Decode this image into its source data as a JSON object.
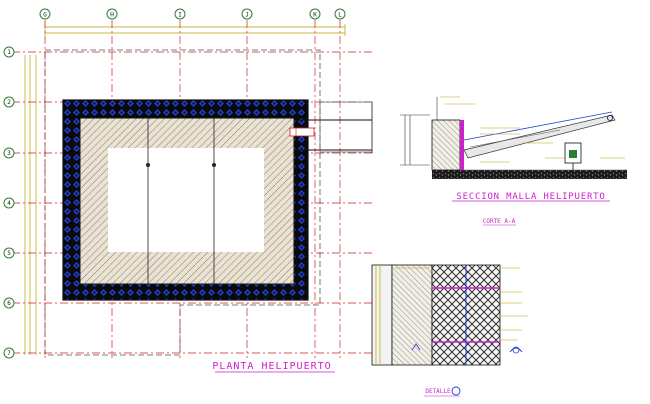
{
  "drawing": {
    "grid_columns": [
      "G",
      "H",
      "I",
      "J",
      "K",
      "L"
    ],
    "grid_rows": [
      "1",
      "2",
      "3",
      "4",
      "5",
      "6",
      "7"
    ],
    "titles": {
      "plan": "PLANTA HELIPUERTO",
      "section": "SECCION MALLA HELIPUERTO",
      "cut": "CORTE A-A",
      "detail": "DETALLE"
    },
    "colors": {
      "axis_circle": "#2e7d32",
      "axis_line": "#cc2222",
      "dimension": "#b8a200",
      "title": "#cc22cc",
      "border_blue": "#1f3fd0",
      "border_dark": "#111111",
      "hatch": "#8a7a6a",
      "fill": "#e9e2d2",
      "outline": "#555555"
    }
  }
}
